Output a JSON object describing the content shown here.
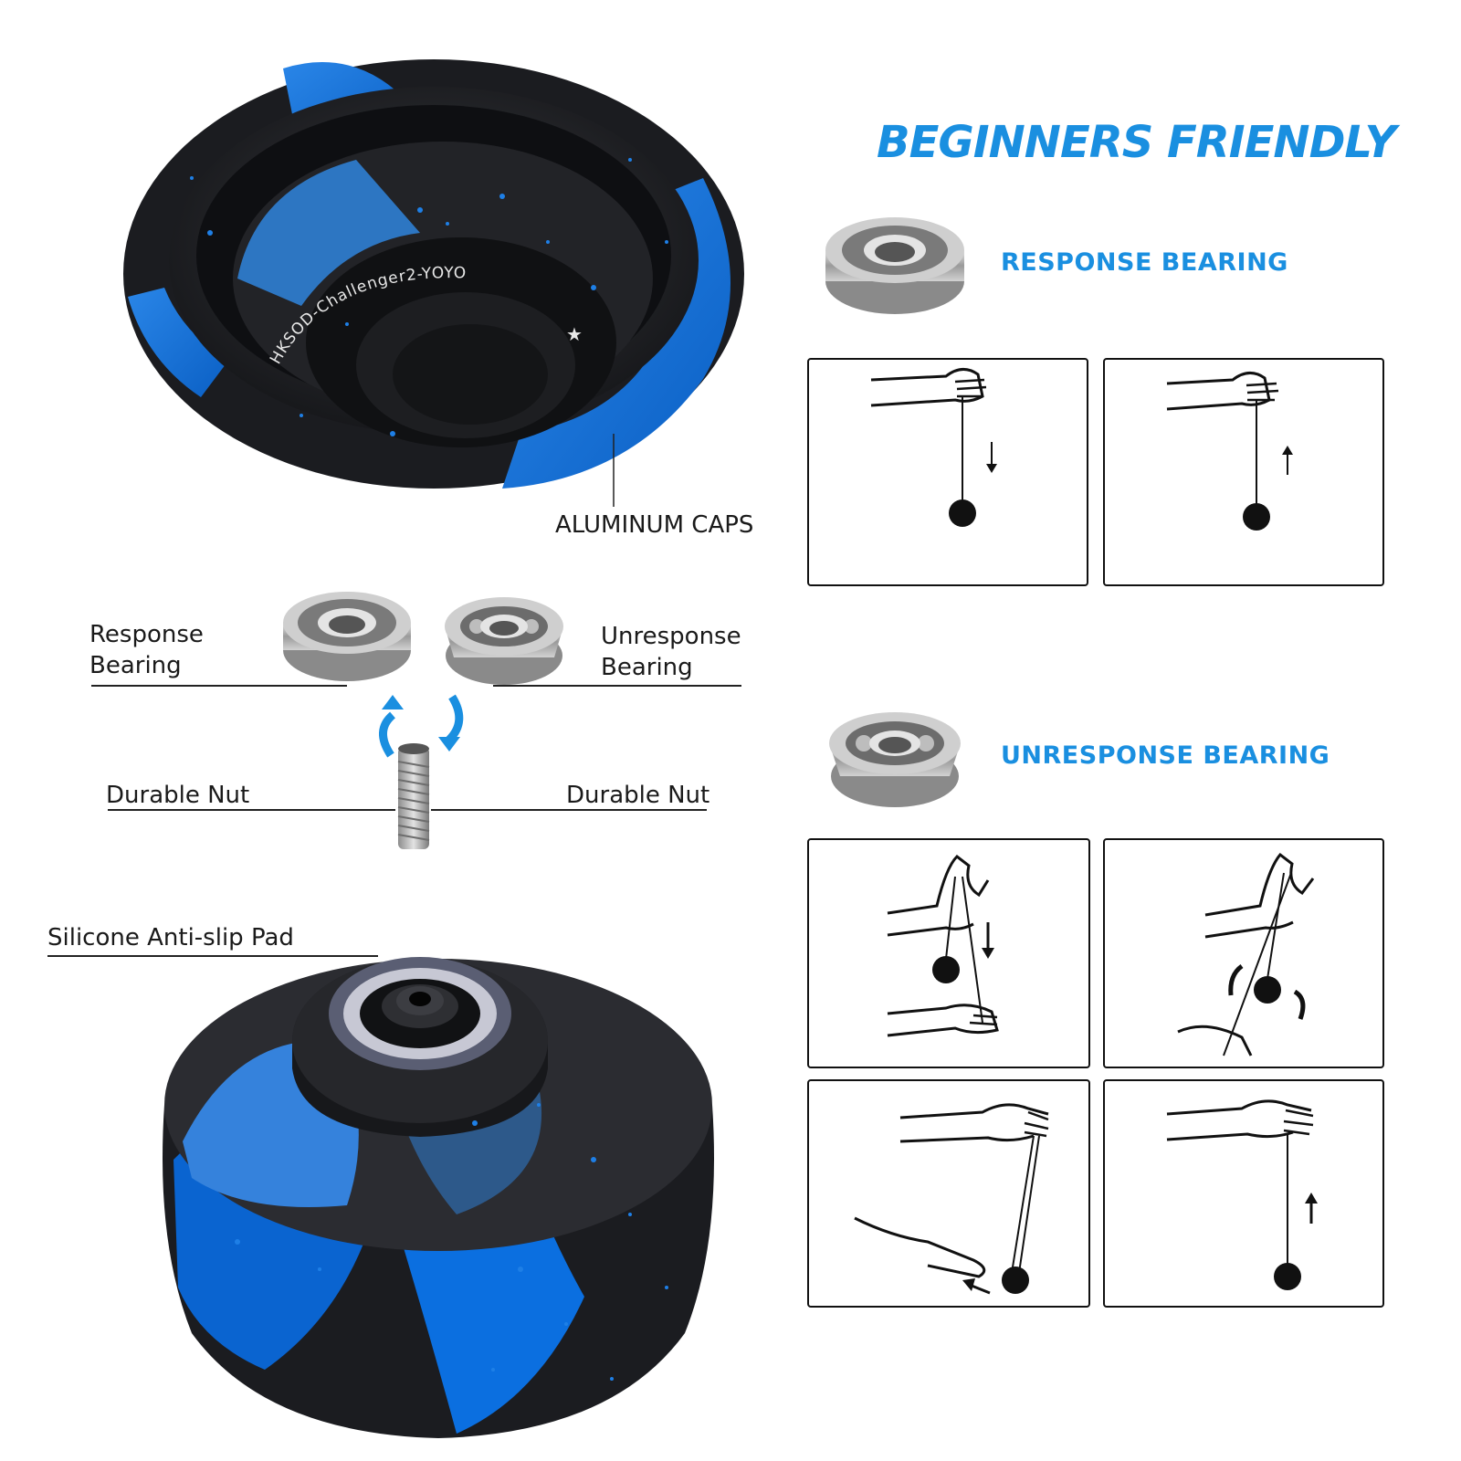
{
  "title": "BEGINNERS FRIENDLY",
  "cap_label": "ALUMINUM CAPS",
  "cap_engraving": "HKSOD-Challenger2-YOYO",
  "response_bearing": {
    "line1": "Response",
    "line2": "Bearing"
  },
  "unresponse_bearing": {
    "line1": "Unresponse",
    "line2": "Bearing"
  },
  "durable_nut_left": "Durable Nut",
  "durable_nut_right": "Durable Nut",
  "pad_label": "Silicone Anti-slip Pad",
  "response_heading": "RESPONSE BEARING",
  "unresponse_heading": "UNRESPONSE BEARING",
  "colors": {
    "accent": "#1a8fe0",
    "yoyo_blue": "#0a6fd6",
    "yoyo_black": "#1b1c20"
  }
}
